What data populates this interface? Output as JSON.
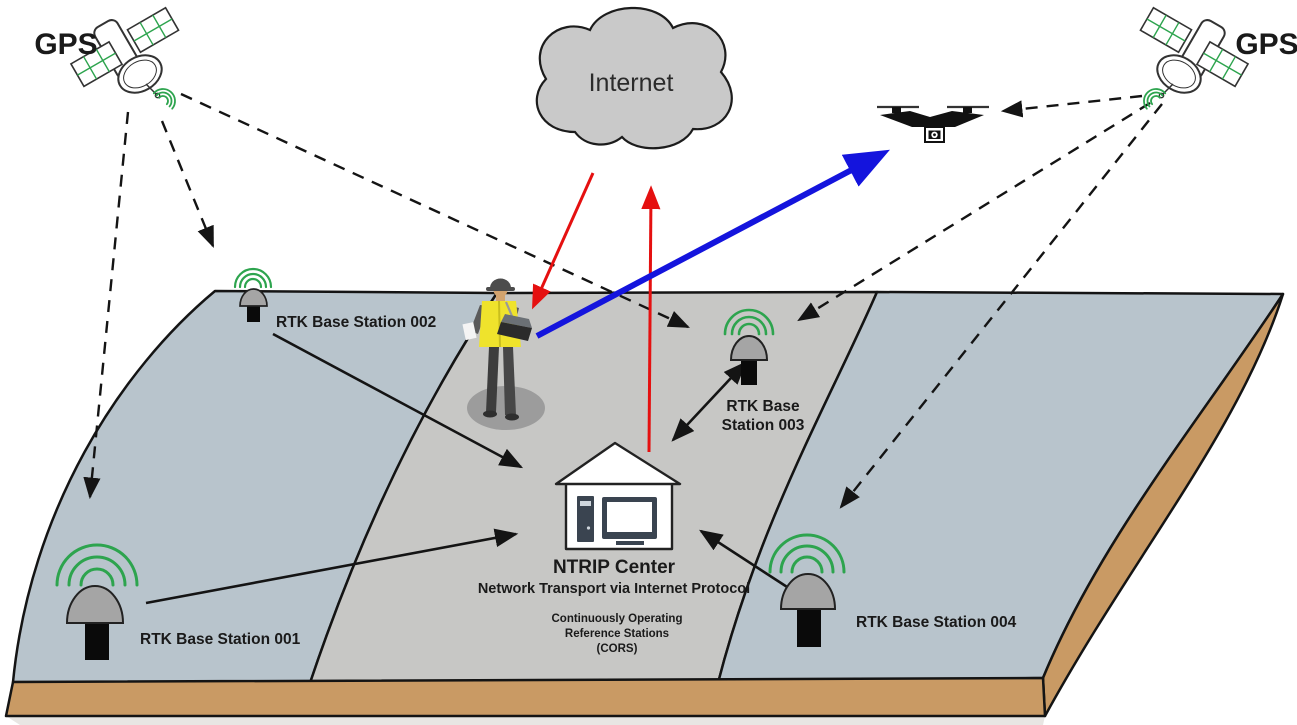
{
  "gps_left": {
    "label": "GPS"
  },
  "gps_right": {
    "label": "GPS"
  },
  "internet": {
    "label": "Internet"
  },
  "stations": {
    "s001": {
      "label": "RTK Base Station 001"
    },
    "s002": {
      "label": "RTK Base Station 002"
    },
    "s003": {
      "line1": "RTK Base",
      "line2": "Station 003"
    },
    "s004": {
      "label": "RTK Base Station 004"
    }
  },
  "ntrip": {
    "title": "NTRIP Center",
    "subtitle": "Network Transport via Internet Protocol",
    "cors": [
      "Continuously Operating",
      "Reference Stations",
      "(CORS)"
    ]
  },
  "icons": {
    "gps_satellite": "gps-satellite-icon",
    "internet_cloud": "internet-cloud-icon",
    "drone": "drone-icon",
    "surveyor": "surveyor-figure",
    "rtk_antenna": "rtk-antenna-dome-icon",
    "ntrip_building": "ntrip-center-building-icon",
    "signal_waves": "signal-waves-icon"
  },
  "colors": {
    "ground_blue": "#b8c4cc",
    "ground_gray": "#c7c7c5",
    "ground_brown": "#c99a64",
    "cloud_gray": "#c9c9c9",
    "signal_green": "#2da44e",
    "arrow_red": "#e51010",
    "arrow_blue": "#1414dd",
    "line_black": "#141414"
  }
}
